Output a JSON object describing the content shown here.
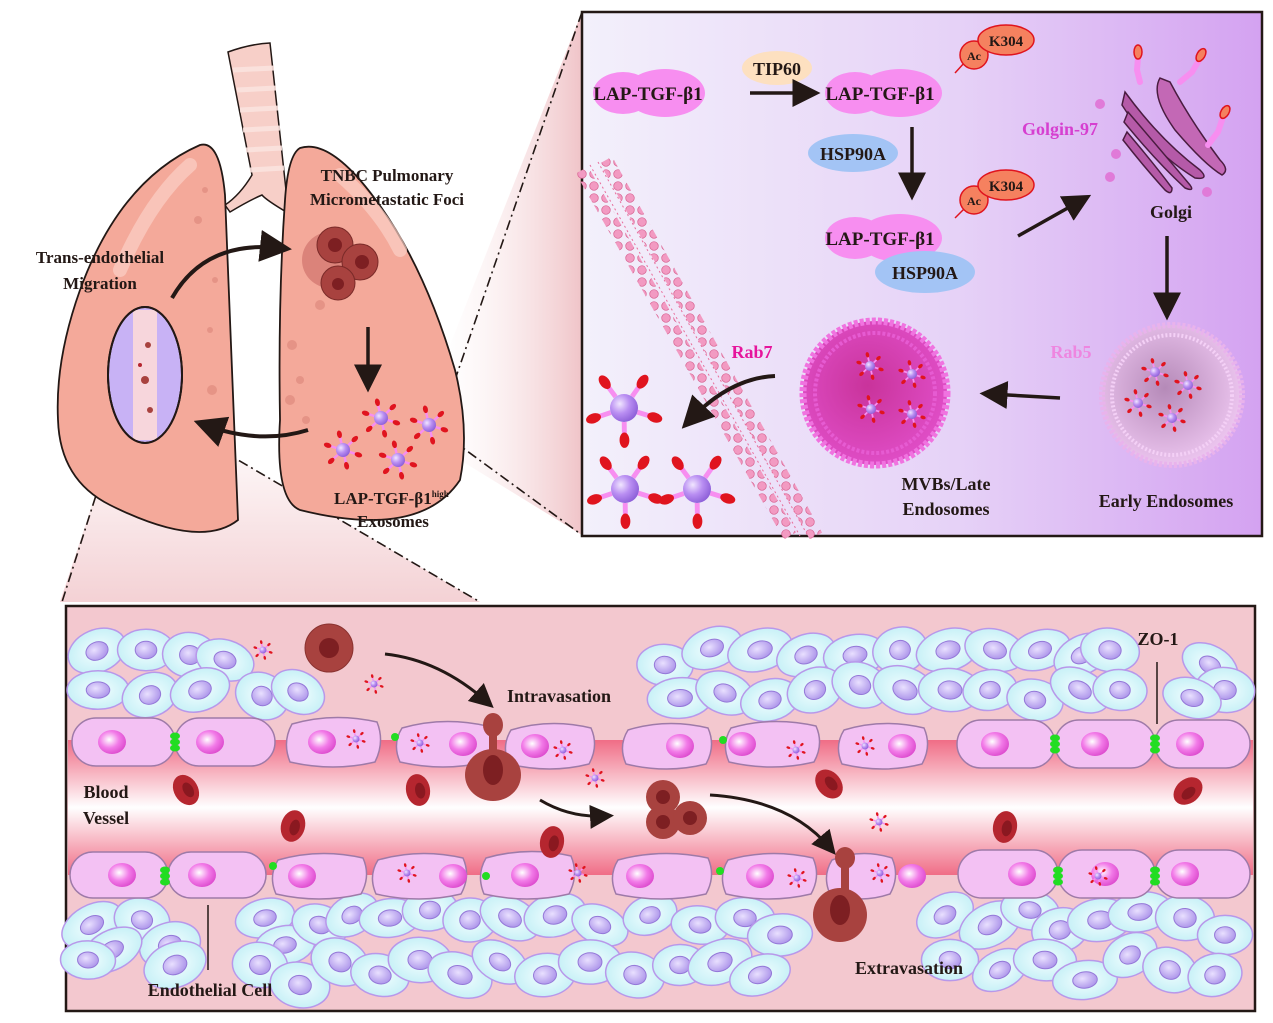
{
  "lung_panel": {
    "foci_label": [
      "TNBC Pulmonary",
      "Micrometastatic Foci"
    ],
    "migration_label": [
      "Trans-endothelial",
      "Migration"
    ],
    "exosome_label": "LAP-TGF-β1",
    "exosome_label_superscript": "high",
    "exosome_label_line2": "Exosomes"
  },
  "pathway_panel": {
    "protein_1": "LAP-TGF-β1",
    "enzyme": "TIP60",
    "protein_2": "LAP-TGF-β1",
    "acetyl_tag": "Ac",
    "lysine_site": "K304",
    "chaperone_1": "HSP90A",
    "protein_3": "LAP-TGF-β1",
    "chaperone_2": "HSP90A",
    "golgin_label": "Golgin-97",
    "golgi_label": "Golgi",
    "rab5_label": "Rab5",
    "early_endosome_label": "Early Endosomes",
    "rab7_label": "Rab7",
    "late_endosome_label": [
      "MVBs/Late",
      "Endosomes"
    ]
  },
  "vessel_panel": {
    "intravasation_label": "Intravasation",
    "extravasation_label": "Extravasation",
    "vessel_label": [
      "Blood",
      "Vessel"
    ],
    "endothelial_label": "Endothelial Cell",
    "zo1_label": "ZO-1"
  },
  "colors": {
    "lung": "#f4a99a",
    "lung_dark": "#e98f80",
    "tumor": "#a8423f",
    "exosome_core": "#b38af0",
    "cargo": "#e0141e",
    "protein": "#f78ef0",
    "chaperone": "#a3c4f5",
    "enzyme": "#fde0c0",
    "acetyl": "#f5815f",
    "panel_bg_left": "#f2eefa",
    "panel_bg_right": "#d7a6f2",
    "tissue_bg": "#f3c8cf",
    "vessel_red": "#f27a8f",
    "stromal_cell": "#d6f7fb",
    "stromal_nucleus": "#b8a4ee",
    "endothelial_cell": "#f3c1f3",
    "endothelial_nucleus": "#f063e0",
    "tight_junction": "#22dd22",
    "rbc": "#b5262f"
  }
}
